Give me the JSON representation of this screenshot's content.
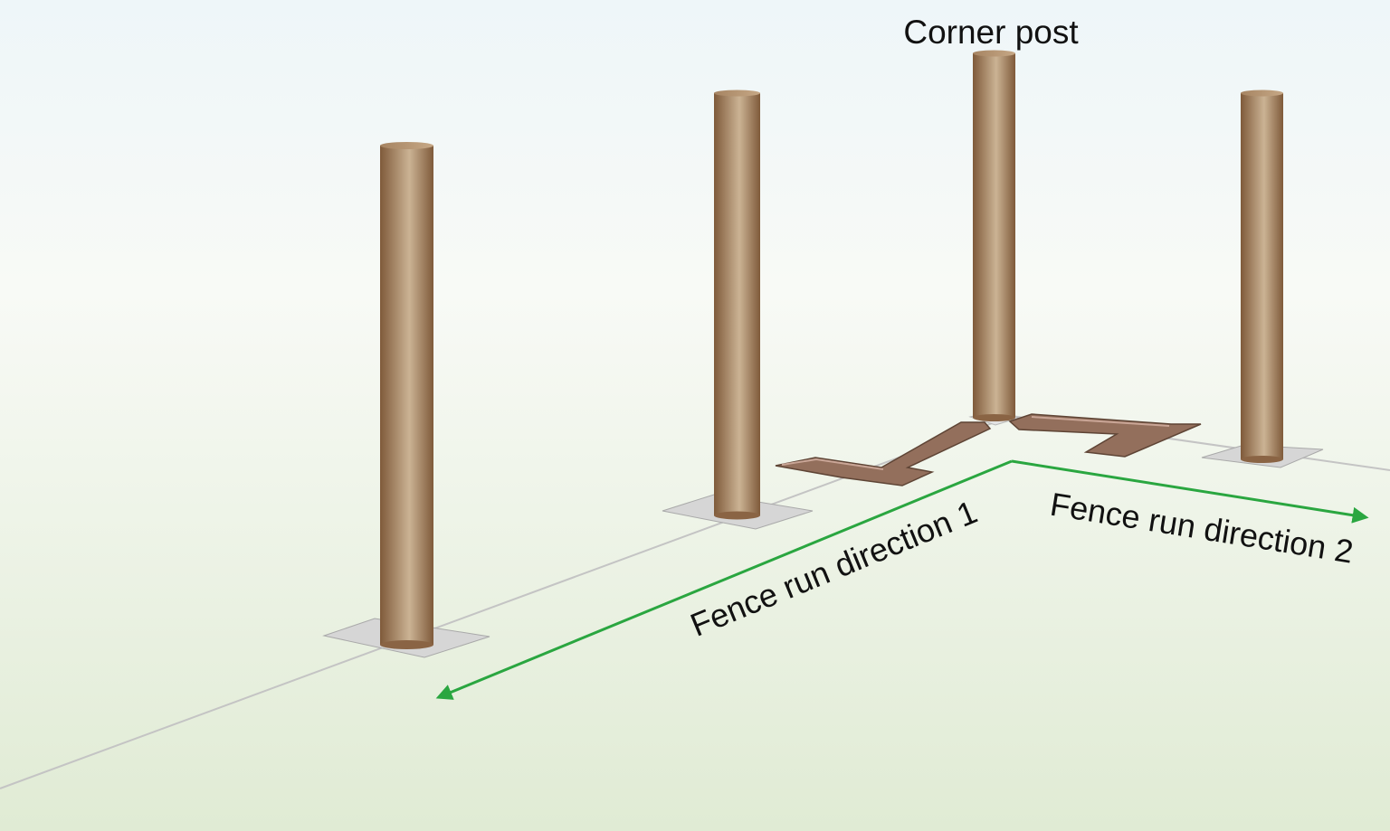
{
  "labels": {
    "corner_post": "Corner post",
    "direction_1": "Fence run direction 1",
    "direction_2": "Fence run direction 2"
  },
  "colors": {
    "sky_top": "#eef6f9",
    "ground_bottom": "#e0ebd4",
    "post_dark": "#7f5a3a",
    "post_light": "#cbb394",
    "footing": "#d6d6d6",
    "brace": "#936f5c",
    "arrow": "#2aa640",
    "guideline": "#c4c4c4"
  },
  "posts": [
    {
      "name": "post-far-left"
    },
    {
      "name": "post-middle"
    },
    {
      "name": "corner-post"
    },
    {
      "name": "post-right"
    }
  ]
}
